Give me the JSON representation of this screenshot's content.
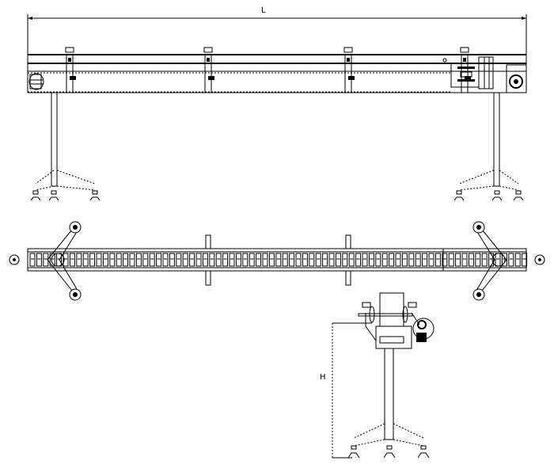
{
  "drawing": {
    "dimension_length_label": "L",
    "dimension_height_label": "H"
  },
  "views": [
    "side-view",
    "top-view",
    "end-view"
  ]
}
